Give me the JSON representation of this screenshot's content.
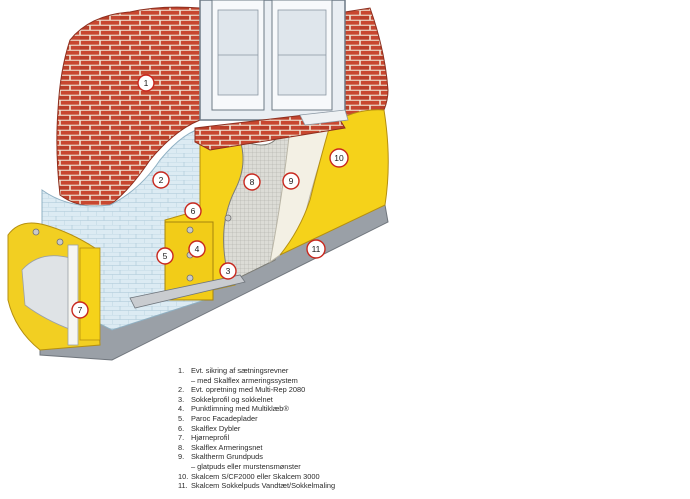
{
  "callouts": [
    {
      "label": "1"
    },
    {
      "label": "2"
    },
    {
      "label": "3"
    },
    {
      "label": "4"
    },
    {
      "label": "5"
    },
    {
      "label": "6"
    },
    {
      "label": "7"
    },
    {
      "label": "8"
    },
    {
      "label": "9"
    },
    {
      "label": "10"
    },
    {
      "label": "11"
    }
  ],
  "legend": [
    {
      "num": "1.",
      "text": "Evt. sikring af sætningsrevner",
      "sub": "– med Skalflex armeringssystem"
    },
    {
      "num": "2.",
      "text": "Evt. opretning med Multi-Rep 2080"
    },
    {
      "num": "3.",
      "text": "Sokkelprofil og sokkelnet"
    },
    {
      "num": "4.",
      "text": "Punktlimning med Multiklæb®"
    },
    {
      "num": "5.",
      "text": "Paroc Facadeplader"
    },
    {
      "num": "6.",
      "text": "Skalflex Dybler"
    },
    {
      "num": "7.",
      "text": "Hjørneprofil"
    },
    {
      "num": "8.",
      "text": "Skalflex Armeringsnet"
    },
    {
      "num": "9.",
      "text": "Skaltherm Grundpuds",
      "sub": "– glatpuds eller murstensmønster"
    },
    {
      "num": "10.",
      "text": "Skalcem S/CF2000 eller Skalcem 3000"
    },
    {
      "num": "11.",
      "text": "Skalcem Sokkelpuds Vandtæt/Sokkelmaling"
    }
  ],
  "colors": {
    "brick": "#c8472f",
    "mortar": "#efe3d2",
    "render_blue": "#dcebf3",
    "insulation_yellow": "#f5d21a",
    "mesh_gray": "#d9d9d4",
    "plinth_gray": "#9a9fa6",
    "callout_ring": "#c8281e"
  }
}
